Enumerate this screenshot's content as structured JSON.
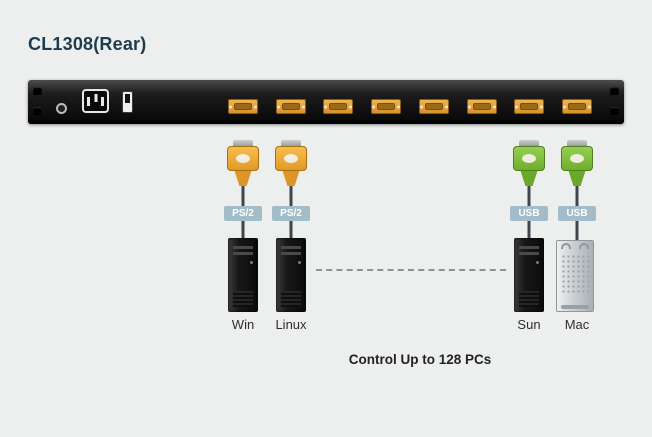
{
  "page": {
    "title": "CL1308(Rear)",
    "caption": "Control Up to 128 PCs"
  },
  "device": {
    "label": "CL1308 rear panel",
    "vga_port_count": 8,
    "panel_features": [
      "power-inlet",
      "power-switch",
      "grounding-terminal",
      "rack-mount-ears"
    ]
  },
  "cables": [
    {
      "connector": "vga-connector-orange",
      "badge": "PS/2",
      "computer": "Win"
    },
    {
      "connector": "vga-connector-orange",
      "badge": "PS/2",
      "computer": "Linux"
    },
    {
      "connector": "vga-connector-green",
      "badge": "USB",
      "computer": "Sun"
    },
    {
      "connector": "vga-connector-green",
      "badge": "USB",
      "computer": "Mac"
    }
  ],
  "colors": {
    "background": "#edefee",
    "title": "#1e3c4c",
    "orange_connector": "#eda032",
    "green_connector": "#7db83a",
    "badge_background": "#a2bdc9",
    "badge_text": "#ffffff",
    "panel": "#111111"
  }
}
